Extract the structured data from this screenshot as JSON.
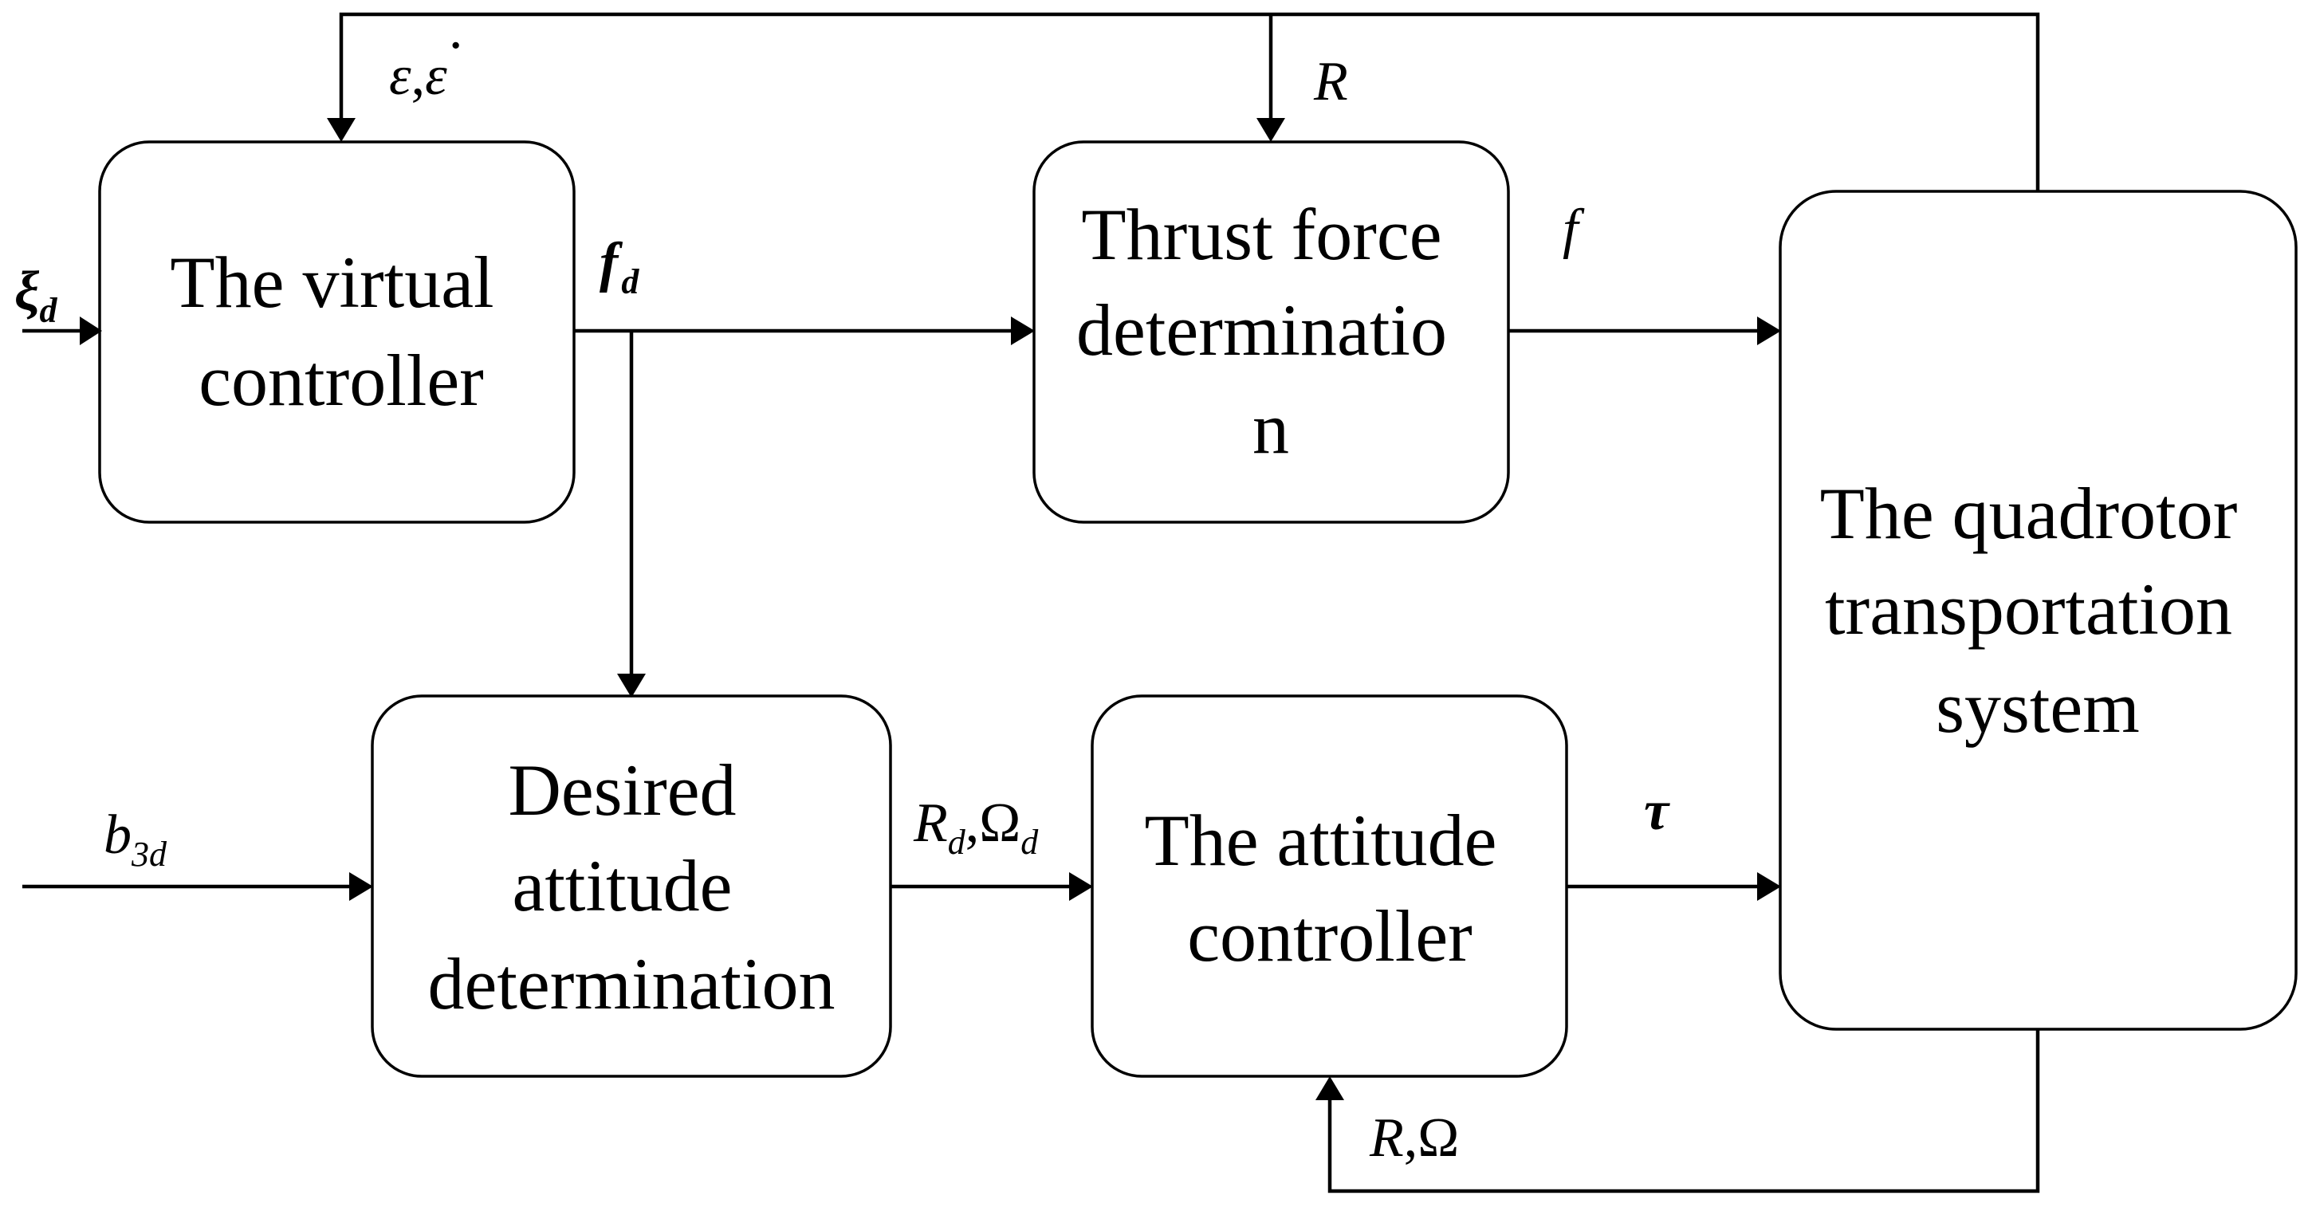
{
  "blocks": {
    "virtual_controller": [
      "The virtual",
      "controller"
    ],
    "thrust_force": [
      "Thrust force",
      "determinatio",
      "n"
    ],
    "quadrotor_system": [
      "The quadrotor",
      "transportation",
      "system"
    ],
    "desired_attitude": [
      "Desired",
      "attitude",
      "determination"
    ],
    "attitude_controller": [
      "The attitude",
      "controller"
    ]
  },
  "signals": {
    "xi_d": {
      "main": "ξ",
      "sub": "d"
    },
    "eps_epsdot": {
      "a": "ε",
      "sep": ",",
      "b": "ε",
      "dot": "·"
    },
    "f_d": {
      "main": "f",
      "sub": "d"
    },
    "R_top": "R",
    "f": "f",
    "b3d": {
      "main": "b",
      "sub": "3d"
    },
    "Rd_Omegad": {
      "a": "R",
      "a_sub": "d",
      "sep": ",",
      "b": "Ω",
      "b_sub": "d"
    },
    "tau": "τ",
    "R_Omega": {
      "a": "R",
      "sep": ",",
      "b": "Ω"
    }
  }
}
